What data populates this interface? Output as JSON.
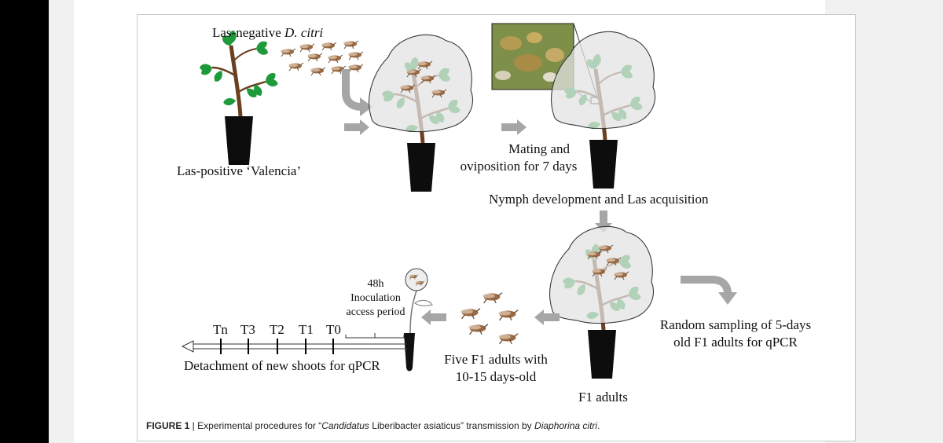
{
  "labels": {
    "las_negative_prefix": "Las-negative ",
    "las_negative_species": "D. citri",
    "las_positive": "Las-positive ‘Valencia’",
    "mating_line1": "Mating and",
    "mating_line2": "oviposition for 7 days",
    "nymph_development": "Nymph development and Las acquisition",
    "random_line1": "Random sampling of 5-days",
    "random_line2": "old F1 adults for qPCR",
    "f1_adults": "F1 adults",
    "five_line1": "Five F1 adults with",
    "five_line2": "10-15 days-old",
    "iap_line1": "48h",
    "iap_line2": "Inoculation",
    "iap_line3": "access period",
    "detachment": "Detachment of new shoots for qPCR",
    "timeline": [
      "Tn",
      "T3",
      "T2",
      "T1",
      "T0"
    ]
  },
  "caption": {
    "figure_label": "FIGURE 1",
    "sep": " | ",
    "text_before": "Experimental procedures for “",
    "italic_1": "Candidatus",
    "text_middle": " Liberibacter asiaticus” transmission by ",
    "italic_2": "Diaphorina citri",
    "text_end": "."
  },
  "colors": {
    "leaf": "#1f9a3a",
    "stem": "#6b3f1f",
    "pot": "#0d0d0d",
    "arrow": "#a6a6a6",
    "insect": "#9a6a45",
    "net": "#d9d9d9"
  }
}
